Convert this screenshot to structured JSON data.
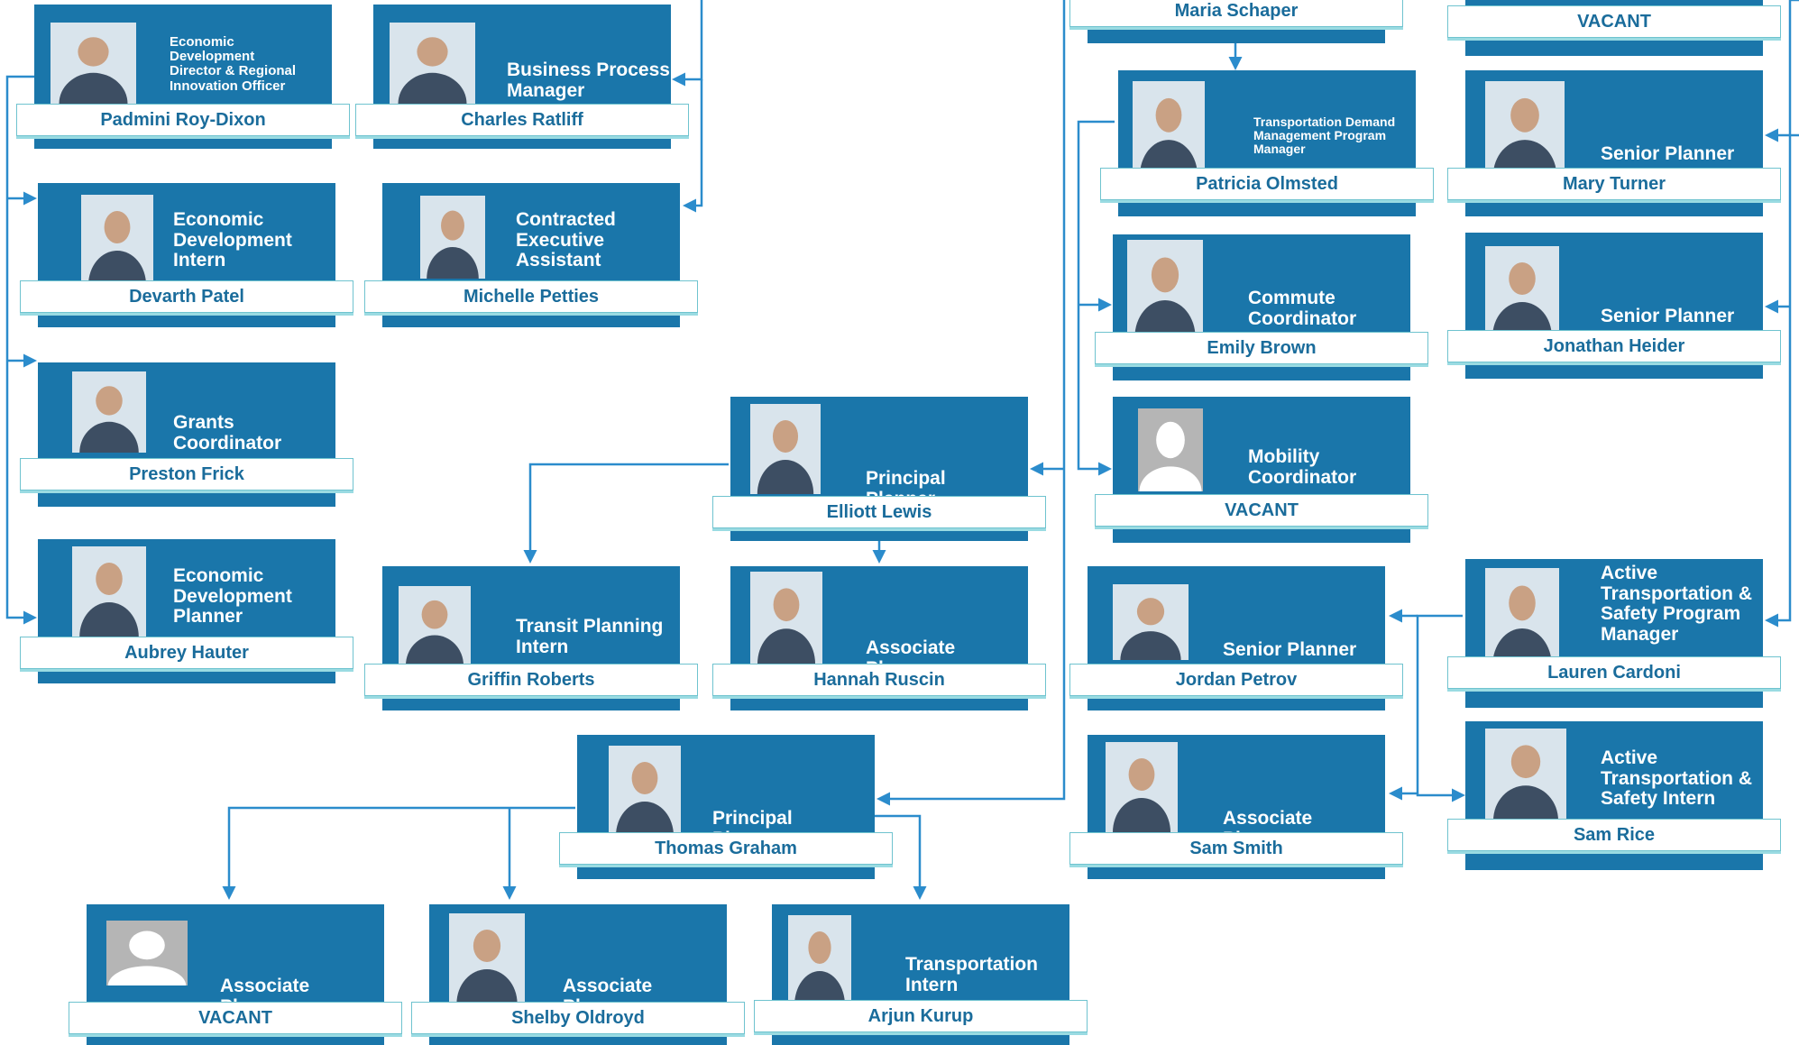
{
  "people": [
    {
      "id": "padmini",
      "name": "Padmini Roy-Dixon",
      "title": "Economic Development Director & Regional Innovation Officer",
      "vacant": false
    },
    {
      "id": "charles",
      "name": "Charles Ratliff",
      "title": "Business Process Manager",
      "vacant": false
    },
    {
      "id": "devarth",
      "name": "Devarth Patel",
      "title": "Economic Development Intern",
      "vacant": false
    },
    {
      "id": "michelle",
      "name": "Michelle Petties",
      "title": "Contracted Executive Assistant",
      "vacant": false
    },
    {
      "id": "preston",
      "name": "Preston Frick",
      "title": "Grants Coordinator",
      "vacant": false
    },
    {
      "id": "aubrey",
      "name": "Aubrey Hauter",
      "title": "Economic Development Planner",
      "vacant": false
    },
    {
      "id": "elliott",
      "name": "Elliott Lewis",
      "title": "Principal  Planner",
      "vacant": false
    },
    {
      "id": "griffin",
      "name": "Griffin Roberts",
      "title": "Transit Planning Intern",
      "vacant": false
    },
    {
      "id": "hannah",
      "name": "Hannah Ruscin",
      "title": "Associate Planner",
      "vacant": false
    },
    {
      "id": "thomas",
      "name": "Thomas Graham",
      "title": "Principal  Planner",
      "vacant": false
    },
    {
      "id": "vacant_assoc",
      "name": "VACANT",
      "title": "Associate Planner",
      "vacant": true
    },
    {
      "id": "shelby",
      "name": "Shelby Oldroyd",
      "title": "Associate Planner",
      "vacant": false
    },
    {
      "id": "arjun",
      "name": "Arjun Kurup",
      "title": "Transportation Intern",
      "vacant": false
    },
    {
      "id": "maria",
      "name": "Maria Schaper",
      "title": "",
      "vacant": false
    },
    {
      "id": "patricia",
      "name": "Patricia Olmsted",
      "title": "Transportation Demand Management Program Manager",
      "vacant": false
    },
    {
      "id": "emily",
      "name": "Emily Brown",
      "title": "Commute Coordinator",
      "vacant": false
    },
    {
      "id": "vacant_mobility",
      "name": "VACANT",
      "title": "Mobility Coordinator",
      "vacant": true
    },
    {
      "id": "jordan",
      "name": "Jordan Petrov",
      "title": "Senior Planner",
      "vacant": false
    },
    {
      "id": "samsmith",
      "name": "Sam Smith",
      "title": "Associate Planner",
      "vacant": false
    },
    {
      "id": "vacant_top",
      "name": "VACANT",
      "title": "Transportation",
      "vacant": false
    },
    {
      "id": "mary",
      "name": "Mary Turner",
      "title": "Senior Planner",
      "vacant": false
    },
    {
      "id": "jonathan",
      "name": "Jonathan Heider",
      "title": "Senior Planner",
      "vacant": false
    },
    {
      "id": "lauren",
      "name": "Lauren Cardoni",
      "title": "Active Transportation & Safety Program Manager",
      "vacant": false
    },
    {
      "id": "samrice",
      "name": "Sam Rice",
      "title": "Active Transportation & Safety Intern",
      "vacant": false
    }
  ],
  "colors": {
    "panel": "#1a76aa",
    "name_text": "#1a6c9b",
    "connector": "#2b8ccc",
    "name_border": "#6fc3cf"
  }
}
